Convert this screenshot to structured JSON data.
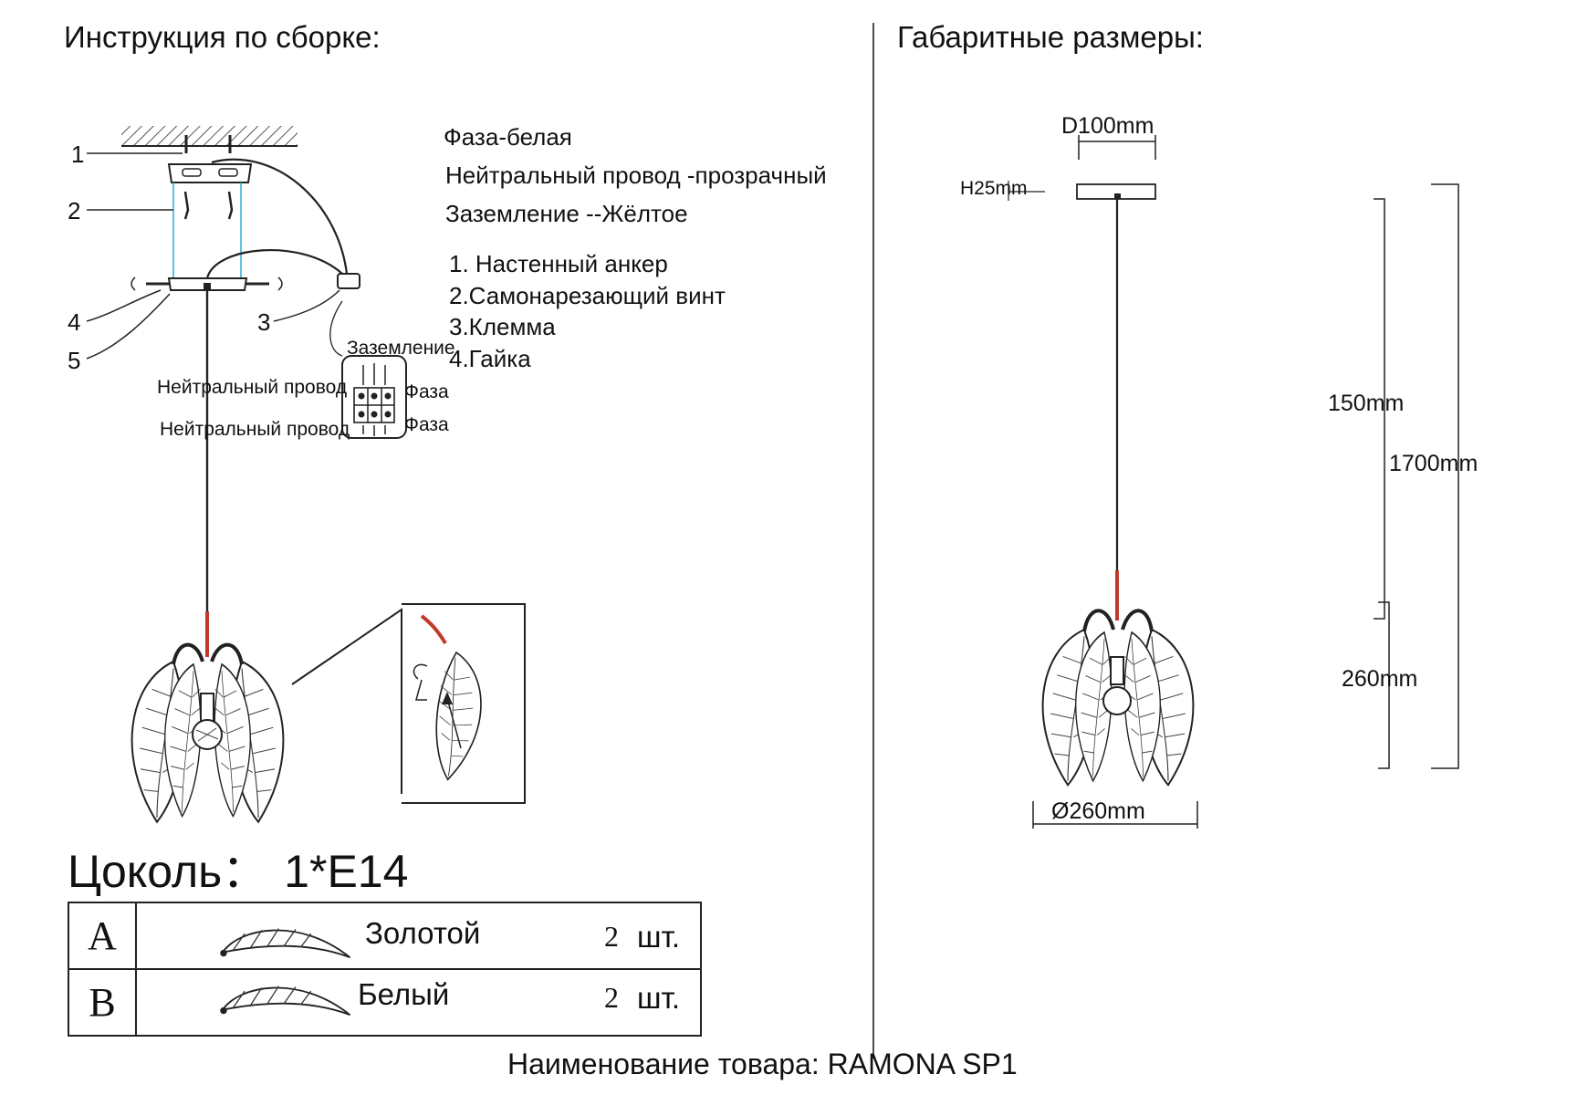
{
  "assembly": {
    "title": "Инструкция по сборке:",
    "wires": [
      "Фаза-белая",
      "Нейтральный провод -прозрачный",
      "Заземление --Жёлтое"
    ],
    "parts": [
      "1. Настенный анкер",
      "2.Самонарезающий винт",
      "3.Клемма",
      "4.Гайка"
    ],
    "callouts": [
      "1",
      "2",
      "3",
      "4",
      "5"
    ],
    "terminal": {
      "ground": "Заземление",
      "neutral": "Нейтральный провод",
      "phase": "Фаза"
    }
  },
  "socket": {
    "label": "Цоколь：",
    "value": "1*E14"
  },
  "components": [
    {
      "letter": "A",
      "name": "Золотой",
      "qty": "2",
      "unit": "шт."
    },
    {
      "letter": "B",
      "name": "Белый",
      "qty": "2",
      "unit": "шт."
    }
  ],
  "dimensions": {
    "title": "Габаритные размеры:",
    "canopy_d": "D100mm",
    "canopy_h": "H25mm",
    "cord": "150mm",
    "total": "1700mm",
    "shade_h": "260mm",
    "shade_d": "Ø260mm"
  },
  "product": {
    "label": "Наименование товара:",
    "name": "RAMONA SP1"
  }
}
